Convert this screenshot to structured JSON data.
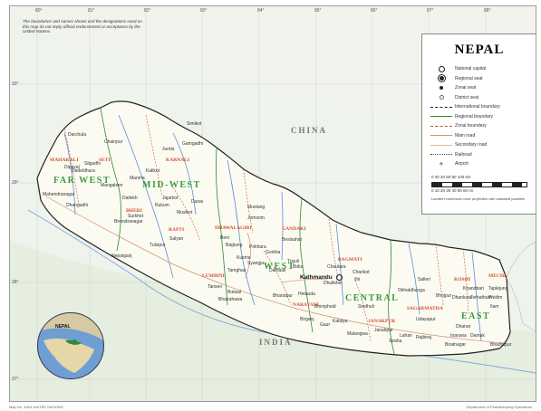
{
  "map": {
    "title": "NEPAL",
    "disclaimer": "The boundaries and names shown and the designations used on this map do not imply official endorsement or acceptance by the United Nations.",
    "countries": [
      "CHINA",
      "INDIA"
    ],
    "regions": [
      "FAR WEST",
      "MID-WEST",
      "WEST",
      "CENTRAL",
      "EAST"
    ],
    "zones": [
      "MAHAKALI",
      "SETI",
      "KARNALI",
      "BHERI",
      "RAPTI",
      "DHAWALAGIRI",
      "GANDAKI",
      "LUMBINI",
      "BAGMATI",
      "NARAYANI",
      "JANAKPUR",
      "SAGARMATHA",
      "KOSHI",
      "MECHI"
    ],
    "capital": "Kathmandu",
    "towns": [
      "Dadeldhura",
      "Silgadhi",
      "Dipayal",
      "Mahendranagar",
      "Dhangadhi",
      "Jumla",
      "Birendranagar",
      "Nepalganj",
      "Tulsipur",
      "Salyan",
      "Baglung",
      "Pokhara",
      "Gorkha",
      "Tansen",
      "Butwal",
      "Bhairahawa",
      "Bharatpur",
      "Hetauda",
      "Birganj",
      "Janakpur",
      "Malangwa",
      "Dhankuta",
      "Biratnagar",
      "Ilam",
      "Bhadrapur",
      "Dhulikhel",
      "Jiri",
      "Okhaldhunga",
      "Rajbiraj",
      "Lahan",
      "Siraha",
      "Khandbari",
      "Taplejung",
      "Inaruwa",
      "Damak",
      "Dharan",
      "Gamgadhi",
      "Simikot",
      "Chainpur",
      "Darchula",
      "Mustang",
      "Jomsom",
      "Besisahar",
      "Chautara",
      "Dunai",
      "Charikot",
      "Salleri",
      "Rukum",
      "Musikot",
      "Dailekh",
      "Mangalsen",
      "Surkhet",
      "Kalikot",
      "Manma",
      "Jajarkot",
      "Tamghas",
      "Syangja",
      "Damauli",
      "Kusma",
      "Beni",
      "Bidur",
      "Trisuli",
      "Bhimphedi",
      "Gaur",
      "Kalaiya",
      "Sindhuli",
      "Udayapur",
      "Bhojpur",
      "Terhathum",
      "Phidim"
    ],
    "meridians": [
      "80°",
      "81°",
      "82°",
      "83°",
      "84°",
      "85°",
      "86°",
      "87°",
      "88°"
    ],
    "parallels": [
      "30°",
      "29°",
      "28°",
      "27°"
    ],
    "inset_label": "NEPAL",
    "legend": {
      "items": [
        "National capital",
        "Regional seat",
        "Zonal seat",
        "District seat",
        "International boundary",
        "Regional boundary",
        "Zonal boundary",
        "Main road",
        "Secondary road",
        "Railroad",
        "Airport"
      ],
      "scale_km": "0   20   40   60   80   100 km",
      "scale_mi": "0   10   20   30   40   50   60 mi",
      "projection": "Lambert conformal conic projection with standard parallels"
    },
    "footer_left": "Map No. 4304  UNITED NATIONS",
    "footer_right": "Department of Peacekeeping Operations"
  },
  "colors": {
    "land": "#fbfbf2",
    "outside": "#eef4ee",
    "region_text": "#3c9a3c",
    "zone_text": "#d64b2c",
    "river": "#5b8ed8",
    "boundary": "#222222"
  }
}
